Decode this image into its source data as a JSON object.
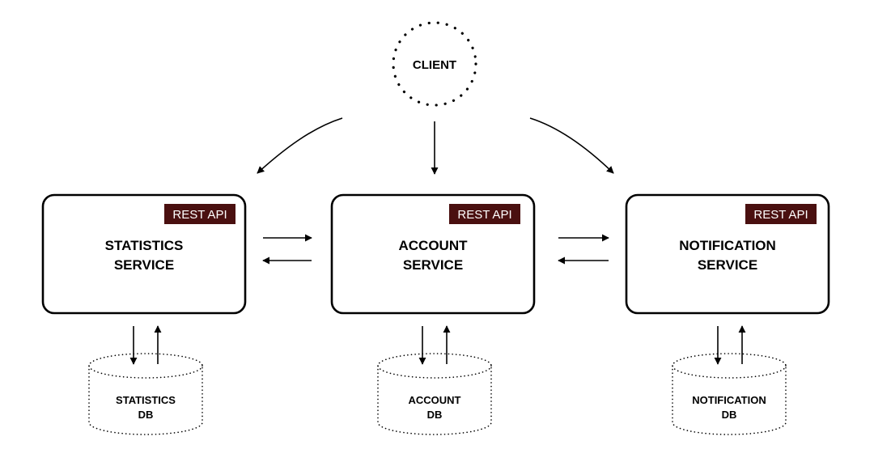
{
  "client": {
    "label": "CLIENT"
  },
  "services": [
    {
      "line1": "STATISTICS",
      "line2": "SERVICE",
      "badge": "REST API",
      "db_line1": "STATISTICS",
      "db_line2": "DB"
    },
    {
      "line1": "ACCOUNT",
      "line2": "SERVICE",
      "badge": "REST API",
      "db_line1": "ACCOUNT",
      "db_line2": "DB"
    },
    {
      "line1": "NOTIFICATION",
      "line2": "SERVICE",
      "badge": "REST API",
      "db_line1": "NOTIFICATION",
      "db_line2": "DB"
    }
  ],
  "colors": {
    "badge_bg": "#4a1010",
    "badge_text": "#ffffff",
    "stroke": "#000000"
  }
}
